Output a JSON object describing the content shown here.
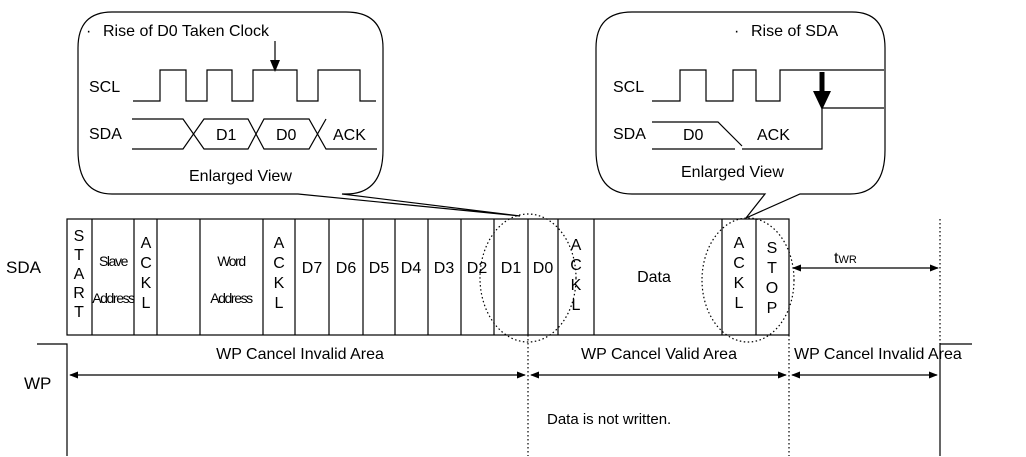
{
  "callout_left": {
    "bullet": "·",
    "title": "Rise of D0 Taken Clock",
    "scl_label": "SCL",
    "sda_label": "SDA",
    "bit1": "D1",
    "bit0": "D0",
    "ack": "ACK",
    "caption": "Enlarged View"
  },
  "callout_right": {
    "bullet": "·",
    "title": "Rise of SDA",
    "scl_label": "SCL",
    "sda_label": "SDA",
    "bit0": "D0",
    "ack": "ACK",
    "caption": "Enlarged View"
  },
  "sda_row": {
    "label": "SDA",
    "start": [
      "S",
      "T",
      "A",
      "R",
      "T"
    ],
    "slave_address": [
      "Slave",
      "Address"
    ],
    "ackl_1": [
      "A",
      "C",
      "K",
      "L"
    ],
    "word_address": [
      "Word",
      "Address"
    ],
    "ackl_2": [
      "A",
      "C",
      "K",
      "L"
    ],
    "data_bits": [
      "D7",
      "D6",
      "D5",
      "D4",
      "D3",
      "D2",
      "D1",
      "D0"
    ],
    "ackl_3": [
      "A",
      "C",
      "K",
      "L"
    ],
    "data": "Data",
    "ackl_4": [
      "A",
      "C",
      "K",
      "L"
    ],
    "stop": [
      "S",
      "T",
      "O",
      "P"
    ],
    "twr_main": "t",
    "twr_sub": "WR"
  },
  "wp_row": {
    "label": "WP",
    "invalid_area_1": "WP Cancel Invalid Area",
    "valid_area": "WP Cancel Valid Area",
    "invalid_area_2": "WP Cancel Invalid Area",
    "not_written": "Data is not written."
  }
}
